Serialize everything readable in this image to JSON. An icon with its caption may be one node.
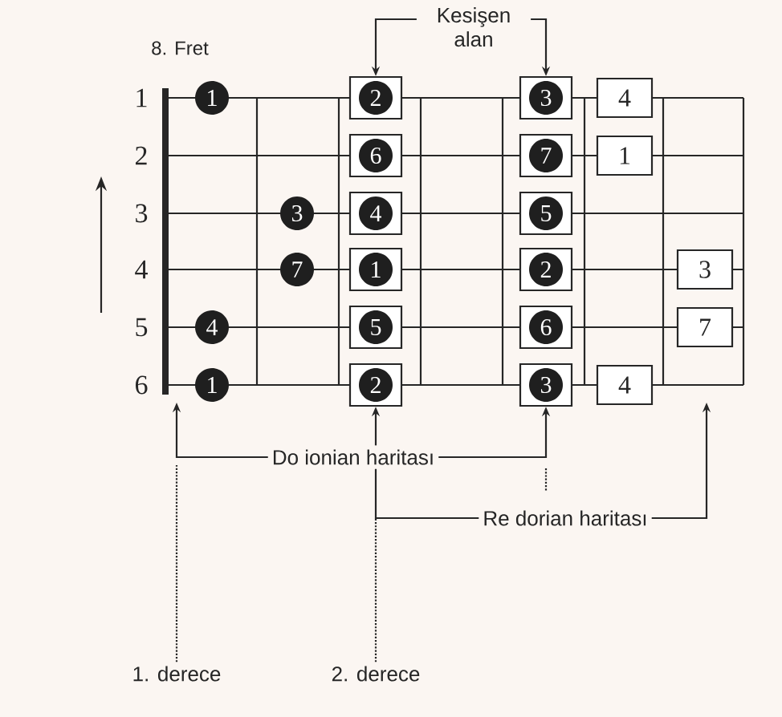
{
  "diagram": {
    "nodes": [
      {
        "text": [
          "Kesişen alan"
        ]
      },
      {
        "text": [
          "1"
        ]
      },
      {
        "text": [
          "2"
        ]
      },
      {
        "text": [
          "3"
        ]
      },
      {
        "text": [
          "4"
        ]
      },
      {
        "text": [
          "6"
        ]
      },
      {
        "text": [
          "7"
        ]
      },
      {
        "text": [
          "1"
        ]
      },
      {
        "text": [
          "3"
        ]
      },
      {
        "text": [
          "4"
        ]
      },
      {
        "text": [
          "5"
        ]
      },
      {
        "text": [
          "7"
        ]
      },
      {
        "text": [
          "1"
        ]
      },
      {
        "text": [
          "2"
        ]
      },
      {
        "text": [
          "3"
        ]
      },
      {
        "text": [
          "4"
        ]
      },
      {
        "text": [
          "5"
        ]
      },
      {
        "text": [
          "6"
        ]
      },
      {
        "text": [
          "7"
        ]
      },
      {
        "text": [
          "1"
        ]
      },
      {
        "text": [
          "2"
        ]
      },
      {
        "text": [
          "3"
        ]
      },
      {
        "text": [
          "4"
        ]
      },
      {
        "text": [
          "Do ionian haritası"
        ]
      },
      {
        "text": [
          "Re dorian haritası"
        ]
      },
      {
        "text": [
          "1. derece"
        ]
      },
      {
        "text": [
          "2. derece"
        ]
      }
    ],
    "edges": [
      {
        "from": 0,
        "to": 2,
        "arrow": "to"
      },
      {
        "from": 0,
        "to": 3,
        "arrow": "to"
      },
      {
        "from": 23,
        "to": null,
        "arrow": "to"
      },
      {
        "from": 23,
        "to": 21,
        "arrow": "to"
      },
      {
        "from": 24,
        "to": 23,
        "arrow": "none"
      },
      {
        "from": 23,
        "to": 20,
        "arrow": "to"
      },
      {
        "from": 24,
        "to": null,
        "arrow": "to"
      },
      {
        "from": 25,
        "to": null,
        "arrow": "none",
        "style": "dashed"
      },
      {
        "from": 26,
        "to": null,
        "arrow": "none",
        "style": "dashed"
      }
    ],
    "labels": [
      "8. Fret",
      "1",
      "2",
      "3",
      "4",
      "5",
      "6"
    ]
  }
}
